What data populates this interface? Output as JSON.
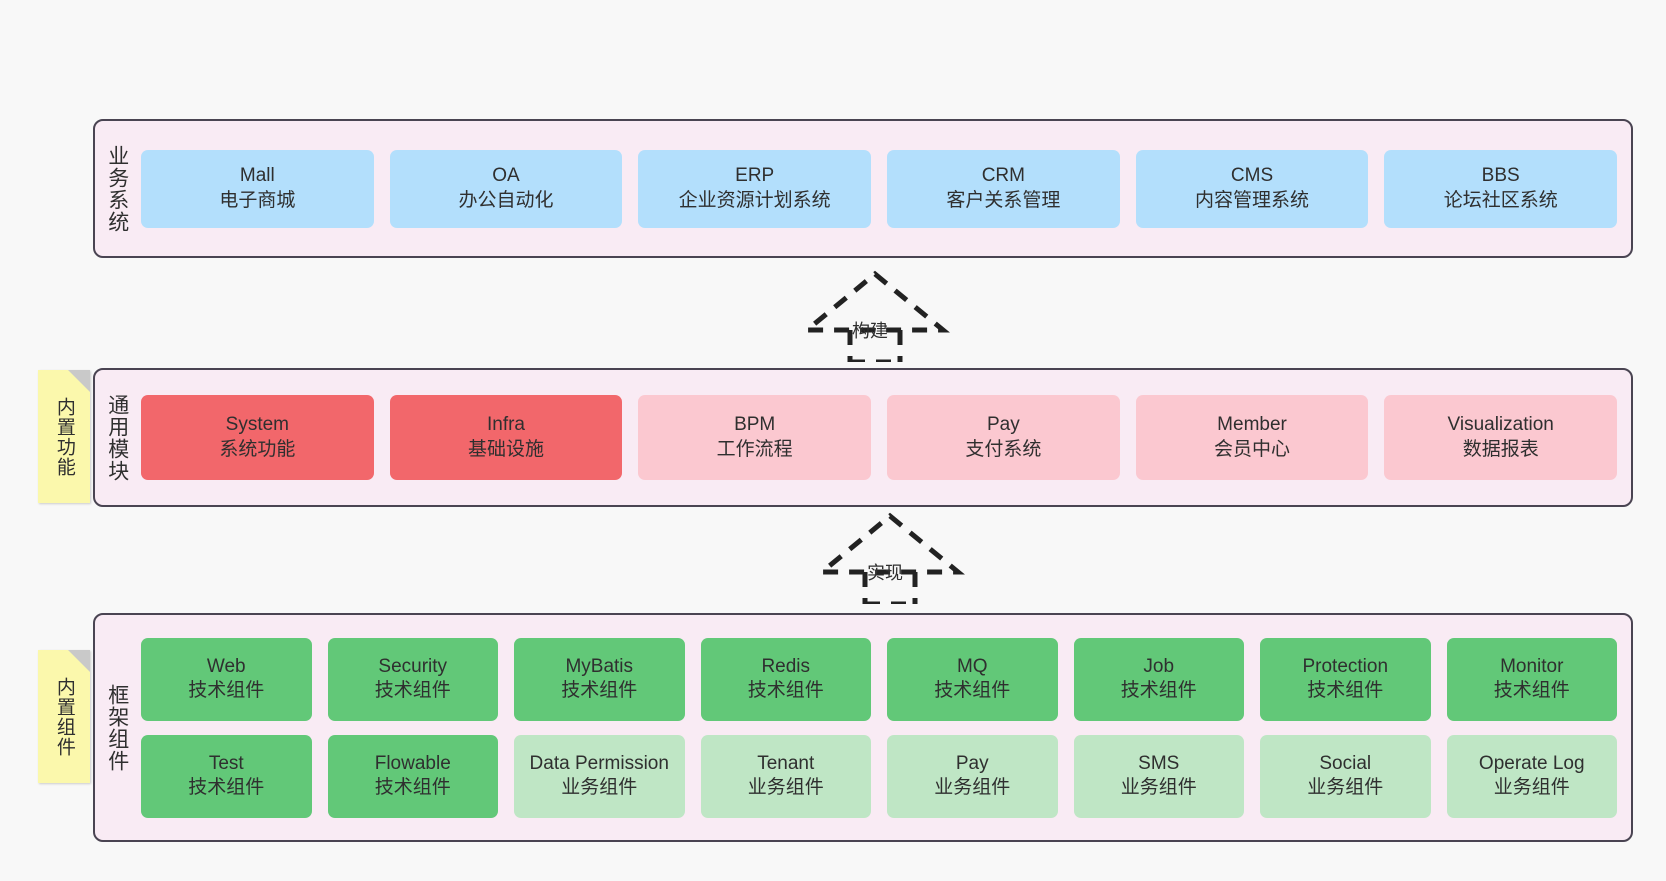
{
  "diagram": {
    "background_color": "#f8f8f8",
    "container_fill": "#f9ebf4",
    "container_border": "#4a4452",
    "note_fill": "#fbf8ac",
    "fold_color": "#c9c9c9"
  },
  "layers": [
    {
      "id": "business-systems",
      "title": "业务系统",
      "rows": [
        {
          "style": "c-blue",
          "cells": [
            {
              "en": "Mall",
              "cn": "电子商城"
            },
            {
              "en": "OA",
              "cn": "办公自动化"
            },
            {
              "en": "ERP",
              "cn": "企业资源计划系统"
            },
            {
              "en": "CRM",
              "cn": "客户关系管理"
            },
            {
              "en": "CMS",
              "cn": "内容管理系统"
            },
            {
              "en": "BBS",
              "cn": "论坛社区系统"
            }
          ]
        }
      ]
    },
    {
      "id": "common-modules",
      "title": "通用模块",
      "note": "内置功能",
      "rows": [
        {
          "cells": [
            {
              "en": "System",
              "cn": "系统功能",
              "style": "c-red"
            },
            {
              "en": "Infra",
              "cn": "基础设施",
              "style": "c-red"
            },
            {
              "en": "BPM",
              "cn": "工作流程",
              "style": "c-pink"
            },
            {
              "en": "Pay",
              "cn": "支付系统",
              "style": "c-pink"
            },
            {
              "en": "Member",
              "cn": "会员中心",
              "style": "c-pink"
            },
            {
              "en": "Visualization",
              "cn": "数据报表",
              "style": "c-pink"
            }
          ]
        }
      ]
    },
    {
      "id": "framework-components",
      "title": "框架组件",
      "note": "内置组件",
      "rows": [
        {
          "style": "c-green",
          "cells": [
            {
              "en": "Web",
              "cn": "技术组件"
            },
            {
              "en": "Security",
              "cn": "技术组件"
            },
            {
              "en": "MyBatis",
              "cn": "技术组件"
            },
            {
              "en": "Redis",
              "cn": "技术组件"
            },
            {
              "en": "MQ",
              "cn": "技术组件"
            },
            {
              "en": "Job",
              "cn": "技术组件"
            },
            {
              "en": "Protection",
              "cn": "技术组件"
            },
            {
              "en": "Monitor",
              "cn": "技术组件"
            }
          ]
        },
        {
          "cells": [
            {
              "en": "Test",
              "cn": "技术组件",
              "style": "c-green"
            },
            {
              "en": "Flowable",
              "cn": "技术组件",
              "style": "c-green"
            },
            {
              "en": "Data Permission",
              "cn": "业务组件",
              "style": "c-lightgreen",
              "wrapped": true
            },
            {
              "en": "Tenant",
              "cn": "业务组件",
              "style": "c-lightgreen"
            },
            {
              "en": "Pay",
              "cn": "业务组件",
              "style": "c-lightgreen"
            },
            {
              "en": "SMS",
              "cn": "业务组件",
              "style": "c-lightgreen"
            },
            {
              "en": "Social",
              "cn": "业务组件",
              "style": "c-lightgreen"
            },
            {
              "en": "Operate Log",
              "cn": "业务组件",
              "style": "c-lightgreen"
            }
          ]
        }
      ]
    }
  ],
  "connectors": [
    {
      "id": "build",
      "label": "构建"
    },
    {
      "id": "implement",
      "label": "实现"
    }
  ]
}
